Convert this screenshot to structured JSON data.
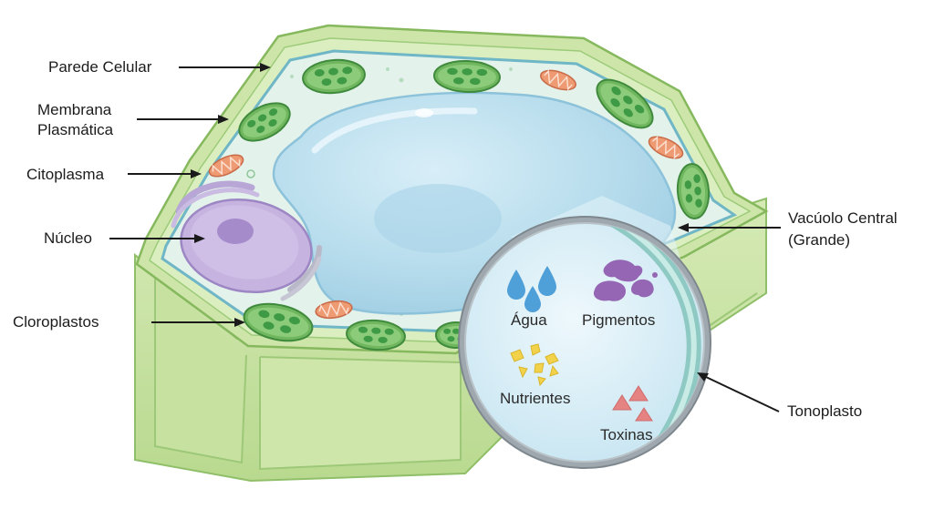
{
  "labels": {
    "parede_celular": "Parede Celular",
    "membrana_line1": "Membrana",
    "membrana_line2": "Plasmática",
    "citoplasma": "Citoplasma",
    "nucleo": "Núcleo",
    "cloroplastos": "Cloroplastos",
    "vacuolo_line1": "Vacúolo Central",
    "vacuolo_line2": "(Grande)",
    "tonoplasto": "Tonoplasto"
  },
  "zoom": {
    "agua": "Água",
    "pigmentos": "Pigmentos",
    "nutrientes": "Nutrientes",
    "toxinas": "Toxinas"
  },
  "colors": {
    "cell_wall": "#cde5a8",
    "cytoplasm": "#e3f2ea",
    "vacuole": "#b6dcec",
    "nucleus": "#c6b3df",
    "chloroplast": "#6fb65e",
    "mitochondrion": "#ee9a72",
    "water": "#4f9fd8",
    "pigment": "#9466b4",
    "nutrient": "#f1d24a",
    "toxin": "#e58383"
  }
}
